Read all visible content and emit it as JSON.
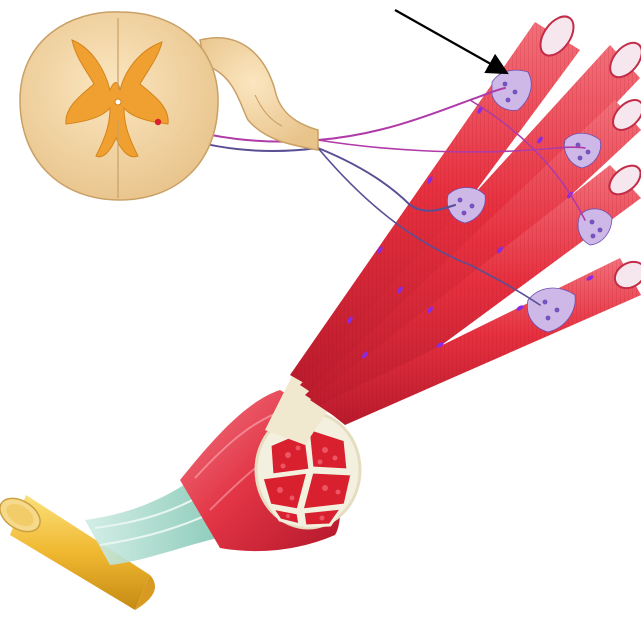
{
  "figure": {
    "subject": "motor unit",
    "parts": [
      {
        "id": "spinal-cord",
        "shown": true
      },
      {
        "id": "motor-neurons",
        "count": 2,
        "colors": [
          "#b03aa8",
          "#5a4f95"
        ]
      },
      {
        "id": "muscle-fibers",
        "count": 5
      },
      {
        "id": "neuromuscular-junctions",
        "count": 5
      },
      {
        "id": "muscle-belly-cross-section",
        "fascicles": 6
      },
      {
        "id": "tendon",
        "shown": true
      },
      {
        "id": "pointer-arrow",
        "points_to": "neuromuscular-junctions"
      }
    ]
  },
  "colors": {
    "background": "#ffffff",
    "spinal_white_matter": "#f2d6a4",
    "spinal_grey_matter": "#f0a030",
    "muscle": "#e8303f",
    "muscle_stripe": "#c01830",
    "fiber_nucleus": "#8a2be2",
    "junction": "#b9a2dd",
    "tendon": "#f2c03c",
    "connective_tissue": "#9ed4c4",
    "perimysium": "#f4f0e0",
    "arrow": "#000000"
  }
}
